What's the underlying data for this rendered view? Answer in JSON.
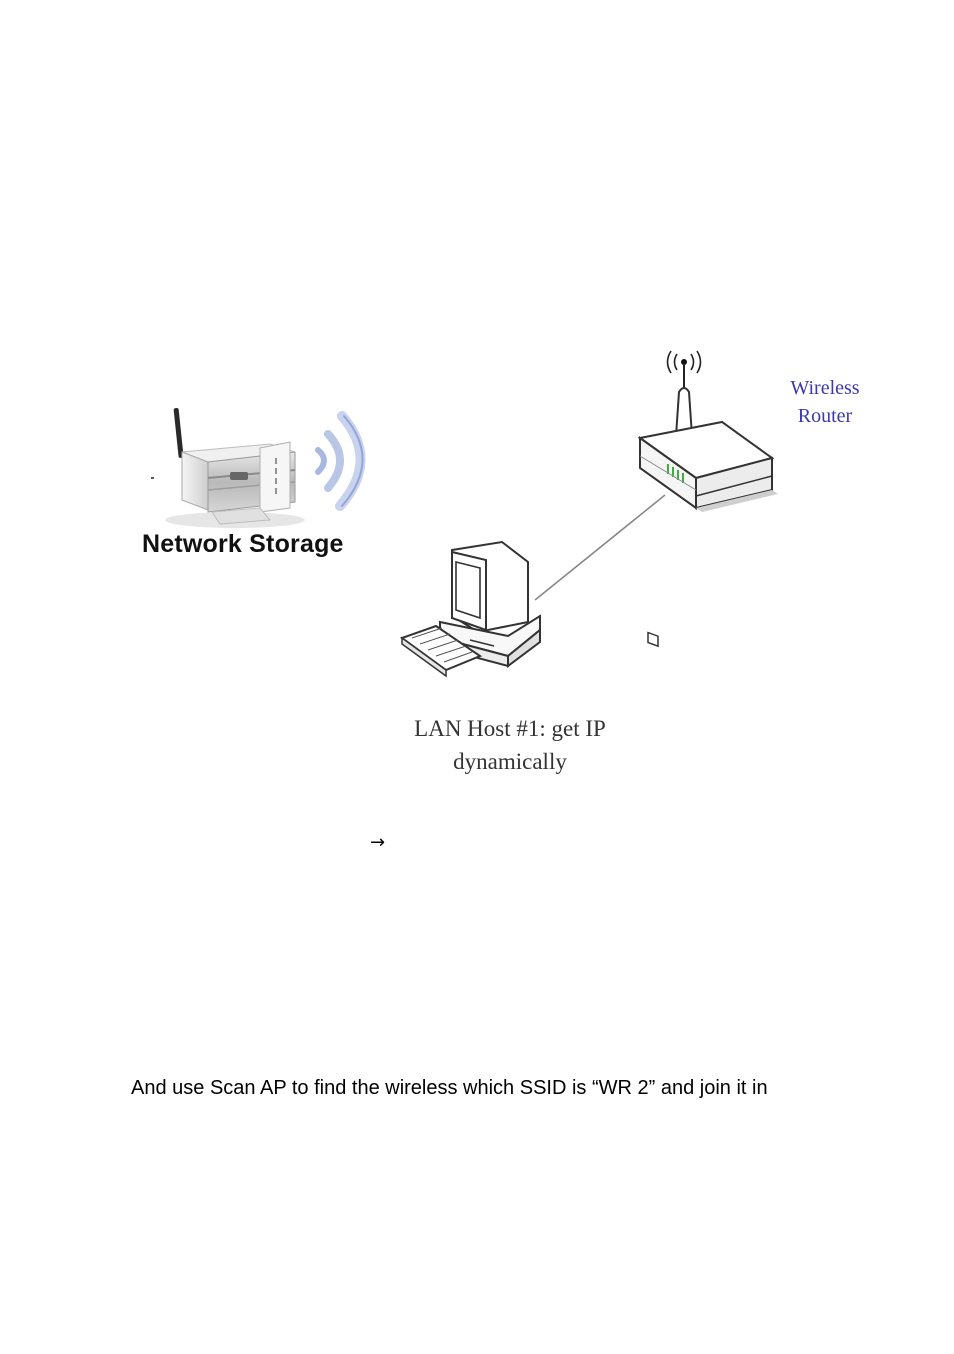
{
  "diagram": {
    "storage_label": "Network Storage",
    "router_label_line1": "Wireless",
    "router_label_line2": "Router",
    "host_label_line1": "LAN Host #1: get IP",
    "host_label_line2": "dynamically",
    "router_label_color": "#3a3ab0",
    "icons": [
      "network-storage-device-icon",
      "wireless-waves-icon",
      "wireless-router-icon",
      "antenna-signal-icon",
      "desktop-computer-icon",
      "keyboard-icon"
    ]
  },
  "arrow": "→",
  "paragraph": {
    "text": "And use Scan AP to find the wireless which SSID is “WR 2” and join it in"
  }
}
